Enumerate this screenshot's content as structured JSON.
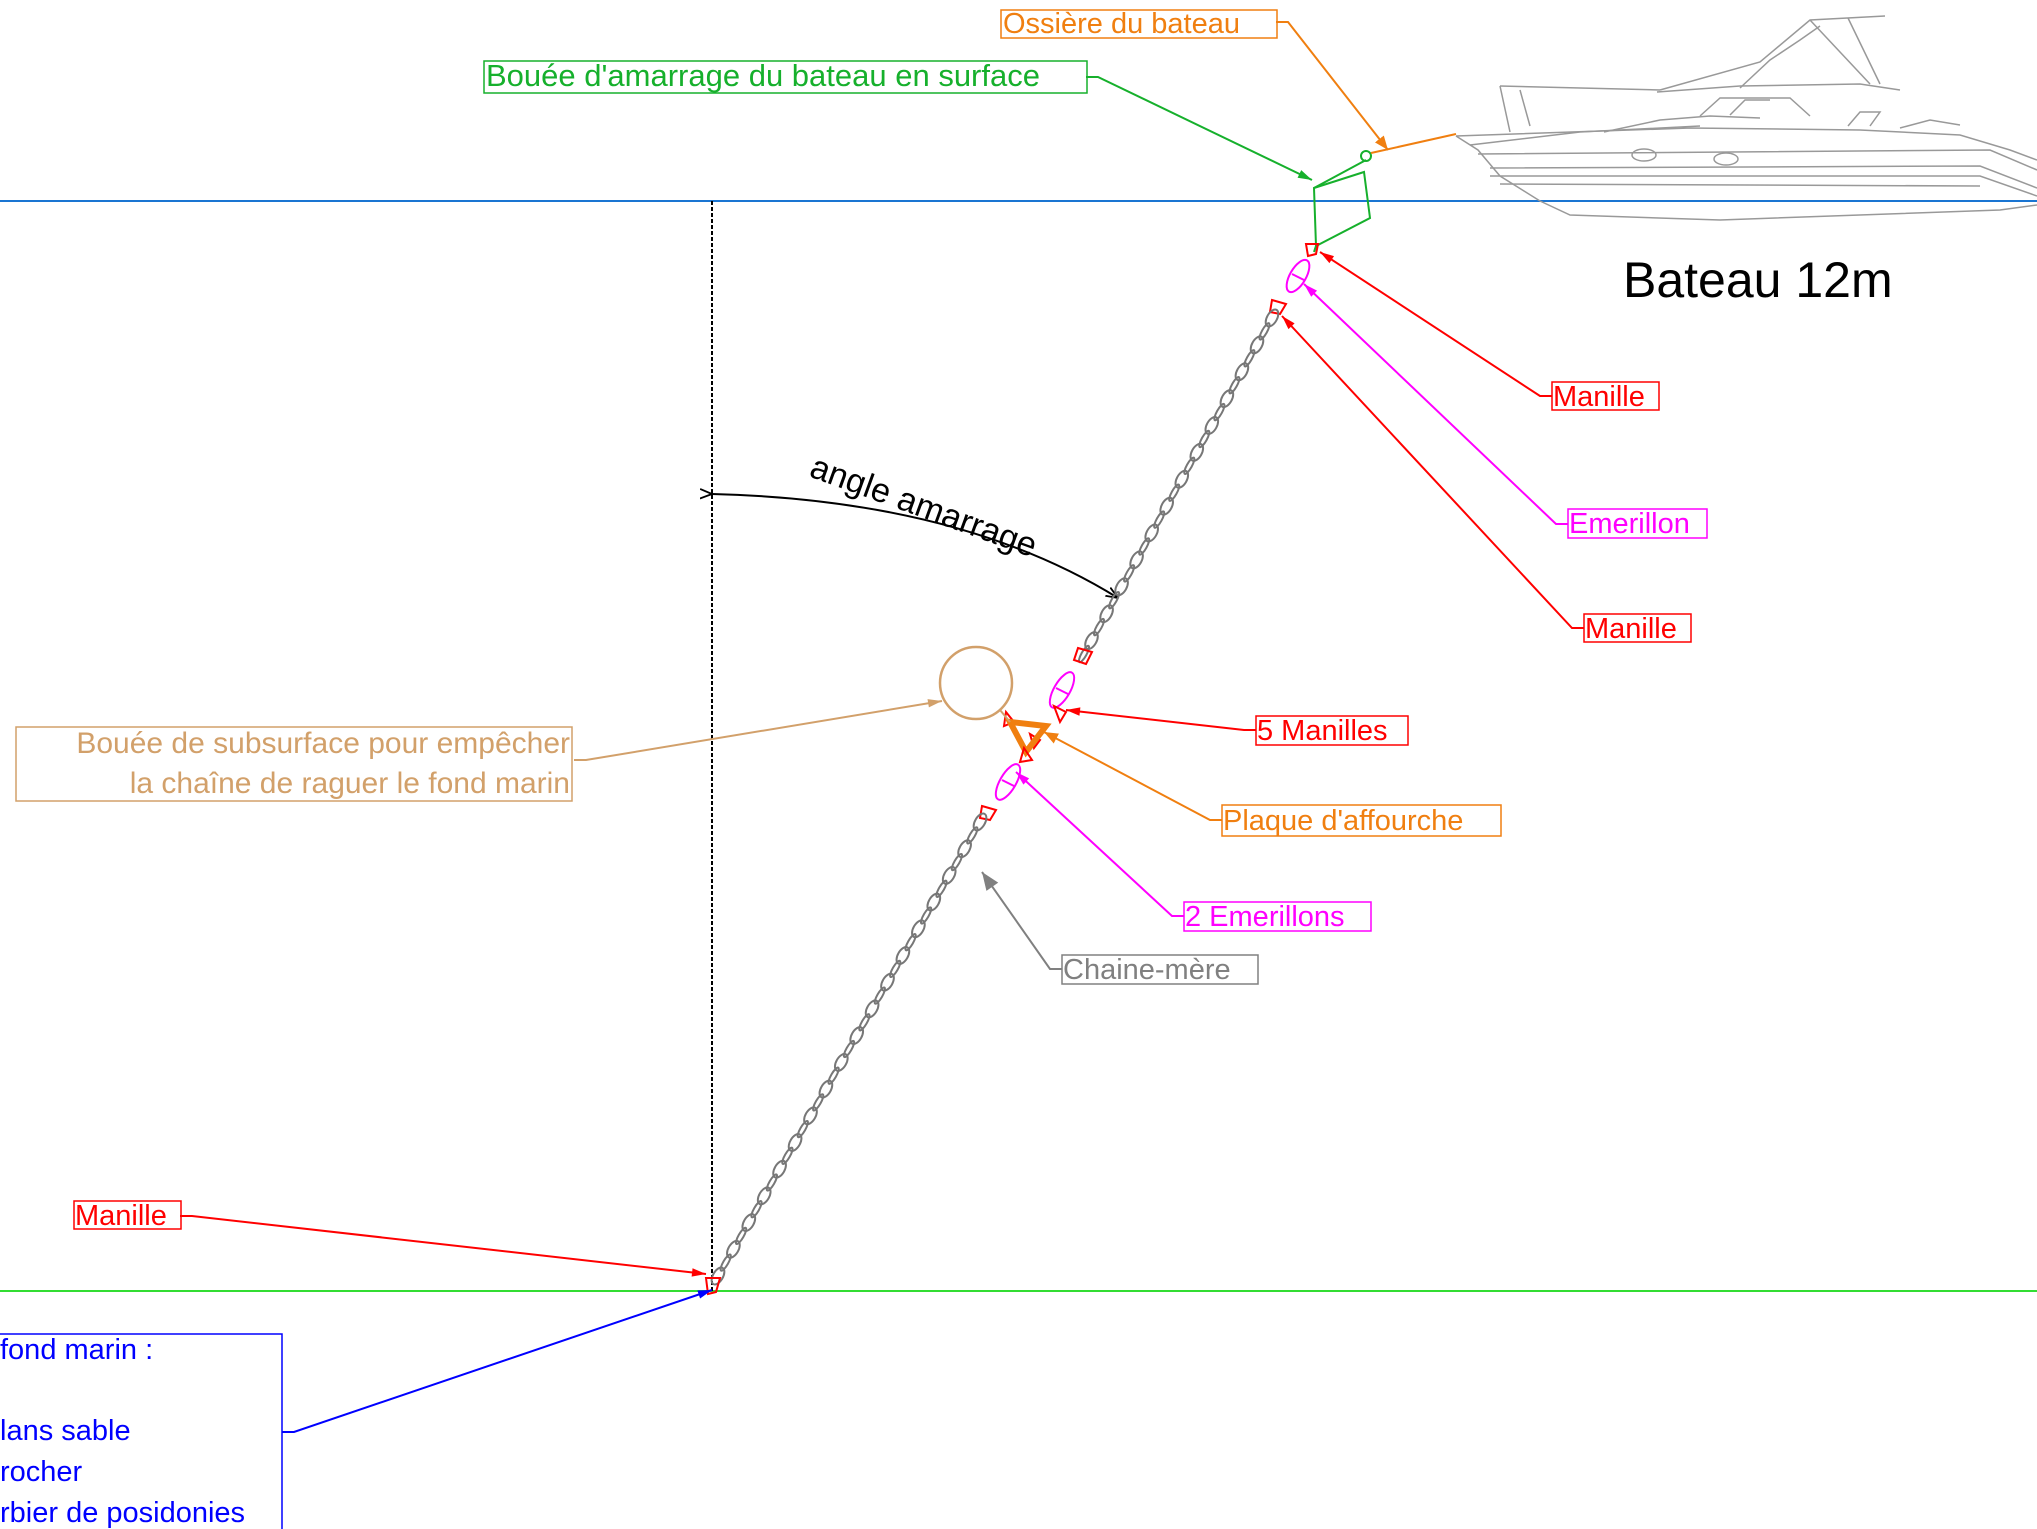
{
  "labels": {
    "ossiere": "Ossière du bateau",
    "bouee_surface": "Bouée d'amarrage du bateau en surface",
    "bateau": "Bateau 12m",
    "manille_top": "Manille",
    "emerillon_top": "Emerillon",
    "manille_mid": "Manille",
    "angle": "angle amarrage",
    "bouee_sub_line1": "Bouée de subsurface pour empêcher",
    "bouee_sub_line2": "la chaîne de raguer le fond marin",
    "manilles_5": "5 Manilles",
    "plaque": "Plaque d'affourche",
    "emerillons_2": "2 Emerillons",
    "chaine_mere": "Chaine-mère",
    "manille_bottom": "Manille",
    "fond_line1": "fond marin :",
    "fond_line3": "lans sable",
    "fond_line4": " rocher",
    "fond_line5": "rbier de posidonies"
  },
  "colors": {
    "orange": "#f07f10",
    "green": "#16b02c",
    "red": "#ff0000",
    "magenta": "#ff00ff",
    "tan": "#d2a06a",
    "gray": "#808080",
    "blue": "#0000ff",
    "water_line": "#1a75d2",
    "seabed_line": "#33dd33",
    "black": "#000000"
  }
}
